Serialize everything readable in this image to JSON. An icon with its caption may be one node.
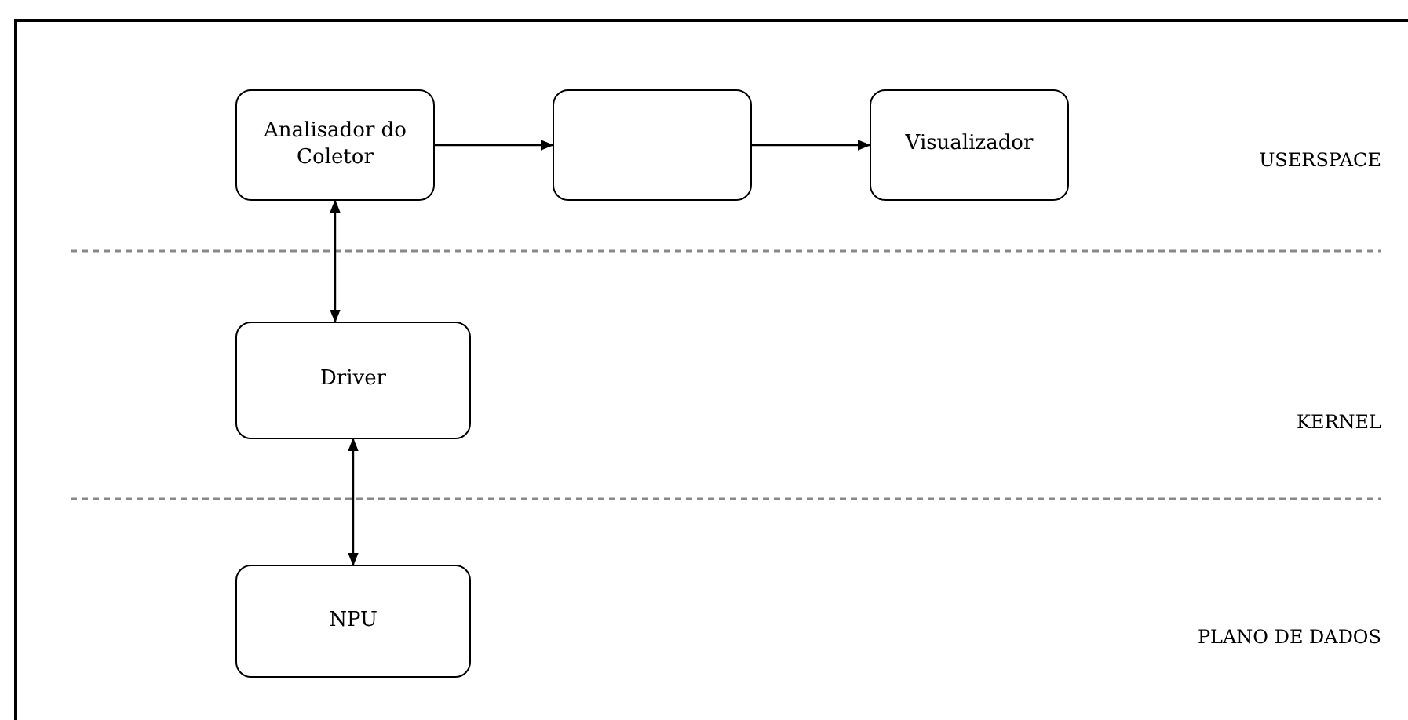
{
  "diagram": {
    "nodes": [
      {
        "text": [
          "Analisador do Coletor"
        ]
      },
      {
        "text": [],
        "shape": "box"
      },
      {
        "text": [
          "Visualizador"
        ]
      },
      {
        "text": [
          "Driver"
        ]
      },
      {
        "text": [
          "NPU"
        ]
      }
    ],
    "edges": [
      {
        "from": 0,
        "to": 1,
        "arrow": "to"
      },
      {
        "from": 1,
        "to": 2,
        "arrow": "to"
      },
      {
        "from": 0,
        "to": 3,
        "arrow": "both"
      },
      {
        "from": 3,
        "to": 4,
        "arrow": "both"
      }
    ],
    "labels": [
      "USERSPACE",
      "KERNEL",
      "PLANO DE DADOS"
    ]
  }
}
